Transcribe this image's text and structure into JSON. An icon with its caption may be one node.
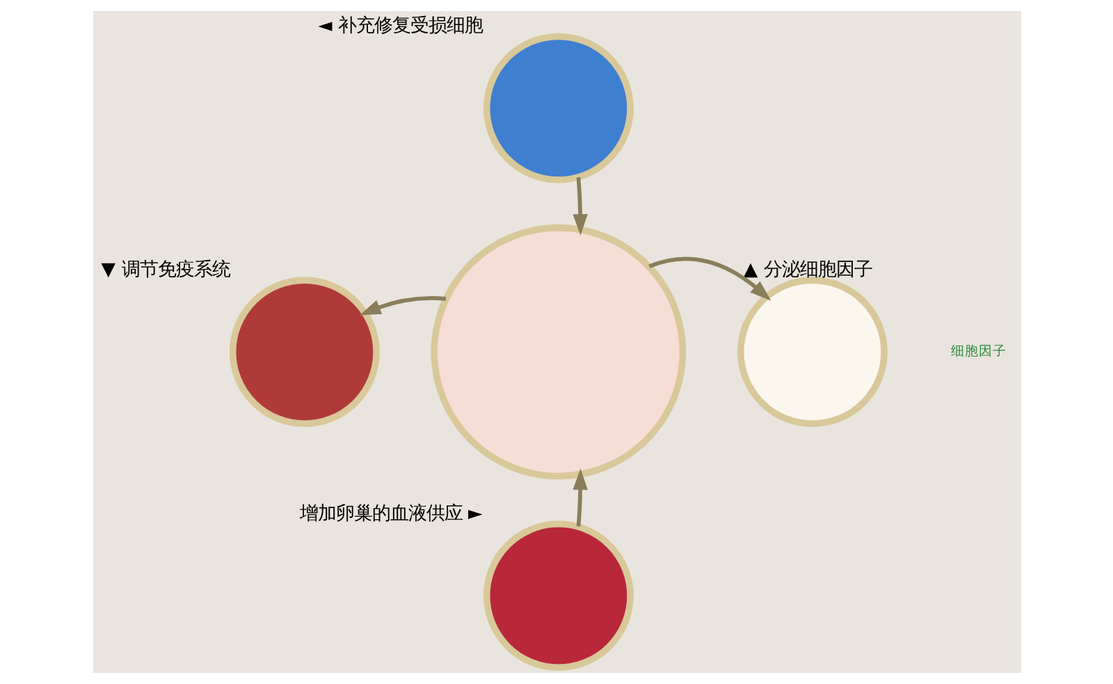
{
  "diagram": {
    "nodes": [
      {
        "text": [],
        "shape": "circle"
      },
      {
        "text": [],
        "shape": "circle",
        "beside": [
          "◄ 补充修复受损细胞"
        ]
      },
      {
        "text": [],
        "shape": "circle",
        "beside": [
          "▼ 调节免疫系统"
        ]
      },
      {
        "text": [],
        "shape": "circle",
        "beside": [
          "▲ 分泌细胞因子"
        ]
      },
      {
        "text": [],
        "shape": "circle",
        "beside": [
          "增加卵巢的血液供应 ►"
        ]
      }
    ],
    "edges": [
      {
        "from": 1,
        "to": 0,
        "arrow": "to"
      },
      {
        "from": 0,
        "to": 2,
        "arrow": "to"
      },
      {
        "from": 0,
        "to": 3,
        "arrow": "to"
      },
      {
        "from": 4,
        "to": 0,
        "arrow": "to"
      }
    ],
    "labels": [
      "细胞因子"
    ]
  }
}
